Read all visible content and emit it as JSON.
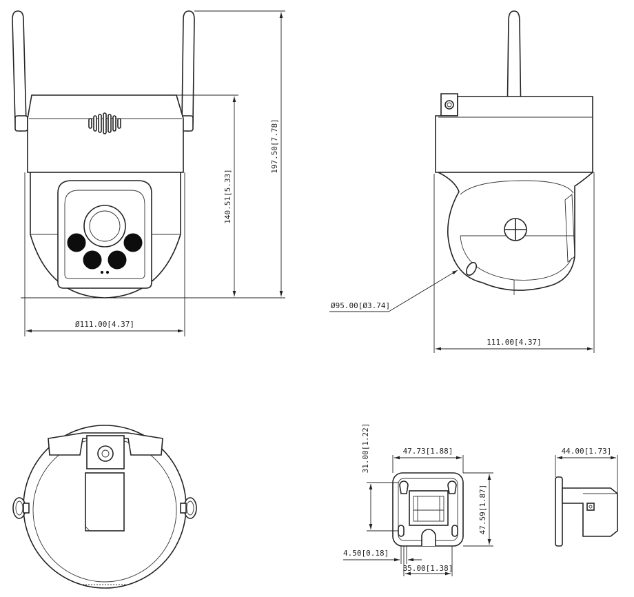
{
  "dimensions": {
    "front_width": "Ø111.00[4.37]",
    "front_body_height": "140.51[5.33]",
    "front_total_height": "197.50[7.78]",
    "side_width": "111.00[4.37]",
    "side_dome_diameter": "Ø95.00[Ø3.74]",
    "bracket_width": "47.73[1.88]",
    "bracket_hole_offset": "31.00[1.22]",
    "bracket_height": "47.59[1.87]",
    "bracket_slot_offset": "4.50[0.18]",
    "bracket_hole_spacing": "35.00[1.38]",
    "bracket_depth": "44.00[1.73]"
  },
  "colors": {
    "line": "#222222",
    "background": "#ffffff",
    "lens_black": "#0d0d0d"
  },
  "icons": {
    "bolt": "bolt-icon",
    "screw": "screw-icon"
  }
}
